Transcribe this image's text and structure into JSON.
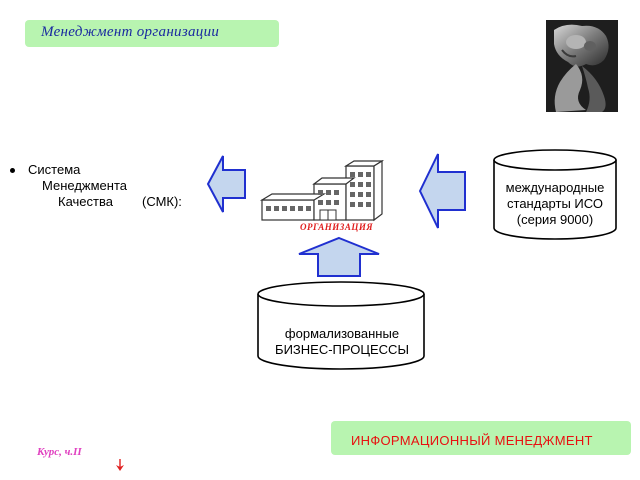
{
  "header": {
    "title": "Менеджмент организации"
  },
  "smk": {
    "line1": "Система",
    "line2": "Менеджмента",
    "line3": "Качества",
    "abbr": "(СМК):"
  },
  "organization": {
    "label": "ОРГАНИЗАЦИЯ"
  },
  "iso_cylinder": {
    "line1": "международные",
    "line2": "стандарты ИСО",
    "line3": "(серия 9000)"
  },
  "process_cylinder": {
    "line1": "формализованные",
    "line2": "БИЗНЕС-ПРОЦЕССЫ"
  },
  "footer": {
    "title": "ИНФОРМАЦИОННЫЙ МЕНЕДЖМЕНТ",
    "course_link": "Курс, ч.II"
  },
  "colors": {
    "banner_bg": "#b8f4b0",
    "arrow_fill": "#c4d6ee",
    "arrow_stroke": "#2030d0",
    "header_text": "#1a2aa0",
    "footer_text": "#e81010",
    "org_label": "#e02020",
    "link": "#e040c0"
  },
  "icons": {
    "photo": "sculpture-photo",
    "building": "office-building-icon",
    "nav": "down-arrow-icon"
  }
}
